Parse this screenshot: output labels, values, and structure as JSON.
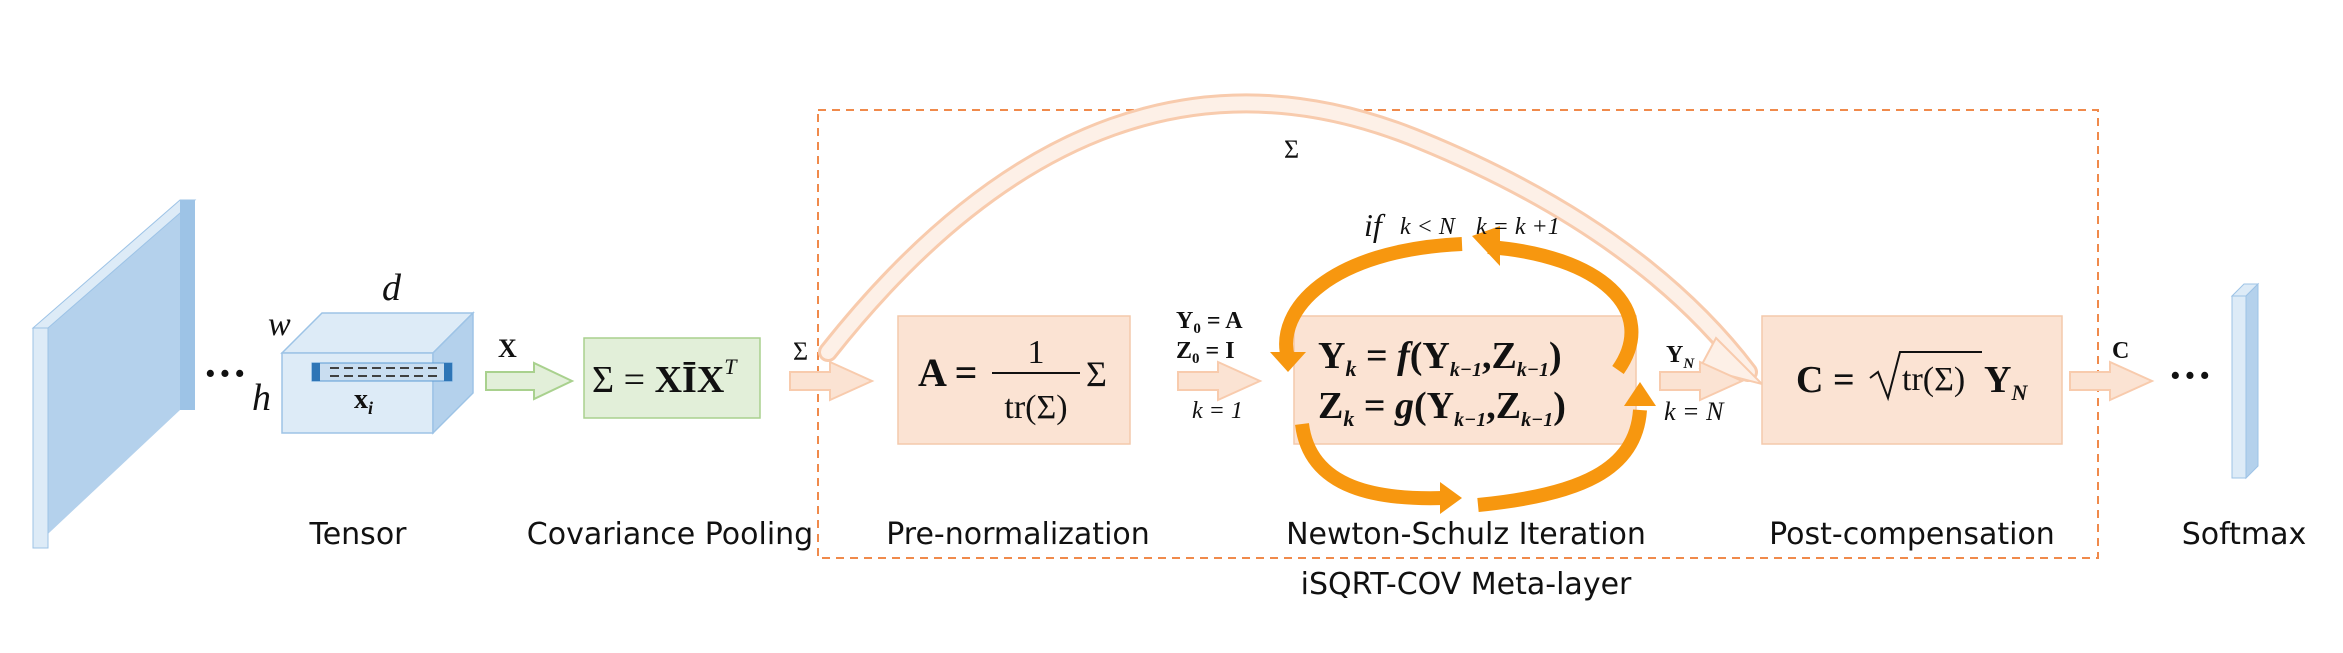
{
  "labels": {
    "tensor": "Tensor",
    "cov_pool": "Covariance Pooling",
    "pre_norm": "Pre-normalization",
    "ns_iter": "Newton-Schulz Iteration",
    "post_comp": "Post-compensation",
    "softmax": "Softmax",
    "meta_layer": "iSQRT-COV Meta-layer"
  },
  "tensor": {
    "w": "w",
    "d": "d",
    "h": "h",
    "xi": "x",
    "xi_sub": "i",
    "dots_left": "···"
  },
  "arrows": {
    "x_label": "X",
    "sigma_in": "Σ",
    "sigma_skip": "Σ",
    "yn": "Y",
    "yn_sub": "N",
    "k_eq_n": "k = N",
    "c_label": "C",
    "dots_right": "···"
  },
  "cov_formula": {
    "lhs": "Σ = ",
    "x1": "X",
    "ibar": "Ī",
    "x2": "X",
    "sup": "T"
  },
  "prenorm_formula": {
    "lhs": "A =",
    "num": "1",
    "den": "tr(Σ)",
    "sigma": "Σ"
  },
  "init": {
    "y0": "Y",
    "y0_rhs": " = A",
    "z0": "Z",
    "z0_rhs": " = I",
    "sub0": "0",
    "k1": "k = 1"
  },
  "loop": {
    "if": "if",
    "cond": "k < N",
    "update": "k = k +1"
  },
  "ns_formula": {
    "y_line": {
      "lhs": "Y",
      "sub_k": "k",
      "eq": " = ",
      "fn": "f",
      "open": "(",
      "y": "Y",
      "z": "Z",
      "sub_km1": "k−1",
      "comma": ",",
      "close": ")"
    },
    "z_line": {
      "lhs": "Z",
      "sub_k": "k",
      "eq": " = ",
      "fn": "g",
      "open": "(",
      "y": "Y",
      "z": "Z",
      "sub_km1": "k−1",
      "comma": ",",
      "close": ")"
    }
  },
  "post_formula": {
    "lhs": "C =",
    "tr": "tr(Σ)",
    "yn": "Y",
    "sub": "N"
  },
  "colors": {
    "box_orange_fill": "#fbe3d3",
    "box_orange_stroke": "#f4c9ab",
    "box_green_fill": "#e2efd9",
    "box_green_stroke": "#a9d18e",
    "arrow_orange": "#f8cbad",
    "loop_orange": "#f7970f",
    "blue_face": "#b4d1ec",
    "blue_light": "#ddebf7",
    "dash_orange": "#f08a4b",
    "green_arrow": "#a9d18e"
  }
}
